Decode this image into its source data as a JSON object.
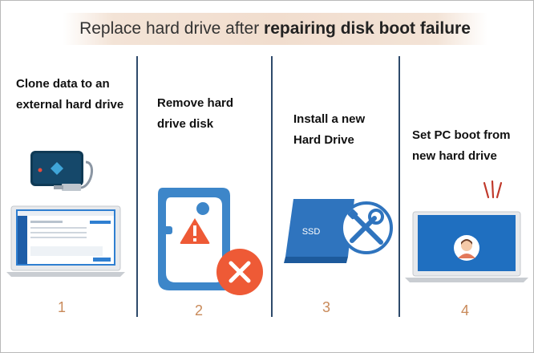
{
  "title": {
    "prefix": "Replace hard drive after ",
    "bold": "repairing disk boot failure"
  },
  "steps": [
    {
      "label": "Clone data to an external hard drive",
      "number": "1"
    },
    {
      "label": "Remove hard drive disk",
      "number": "2"
    },
    {
      "label": "Install a new Hard Drive",
      "number": "3"
    },
    {
      "label": "Set PC boot from new hard drive",
      "number": "4"
    }
  ],
  "icons": {
    "step1": [
      "external-hard-drive-icon",
      "usb-cable-icon",
      "laptop-icon"
    ],
    "step2": [
      "hard-drive-icon",
      "warning-icon",
      "close-icon"
    ],
    "step3": [
      "ssd-icon",
      "tools-icon"
    ],
    "step4": [
      "laptop-icon",
      "user-avatar-icon"
    ]
  },
  "ssd_label": "SSD",
  "colors": {
    "accent_blue": "#2f7fd1",
    "warning_orange": "#ee5a36",
    "divider": "#2e4a6b",
    "step_number": "#c98a5a"
  }
}
